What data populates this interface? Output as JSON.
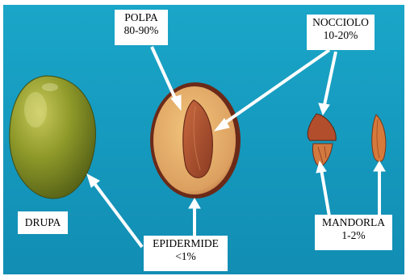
{
  "labels": {
    "polpa": {
      "name": "POLPA",
      "value": "80-90%"
    },
    "nocciolo": {
      "name": "NOCCIOLO",
      "value": "10-20%"
    },
    "drupa": {
      "name": "DRUPA"
    },
    "epidermide": {
      "name": "EPIDERMIDE",
      "value": "<1%"
    },
    "mandorla": {
      "name": "MANDORLA",
      "value": "1-2%"
    }
  },
  "colors": {
    "background": "#1598bd",
    "olive_skin": "#7a8a1e",
    "pulp": "#e7b36a",
    "pit": "#a0472b",
    "arrow": "#ffffff"
  }
}
